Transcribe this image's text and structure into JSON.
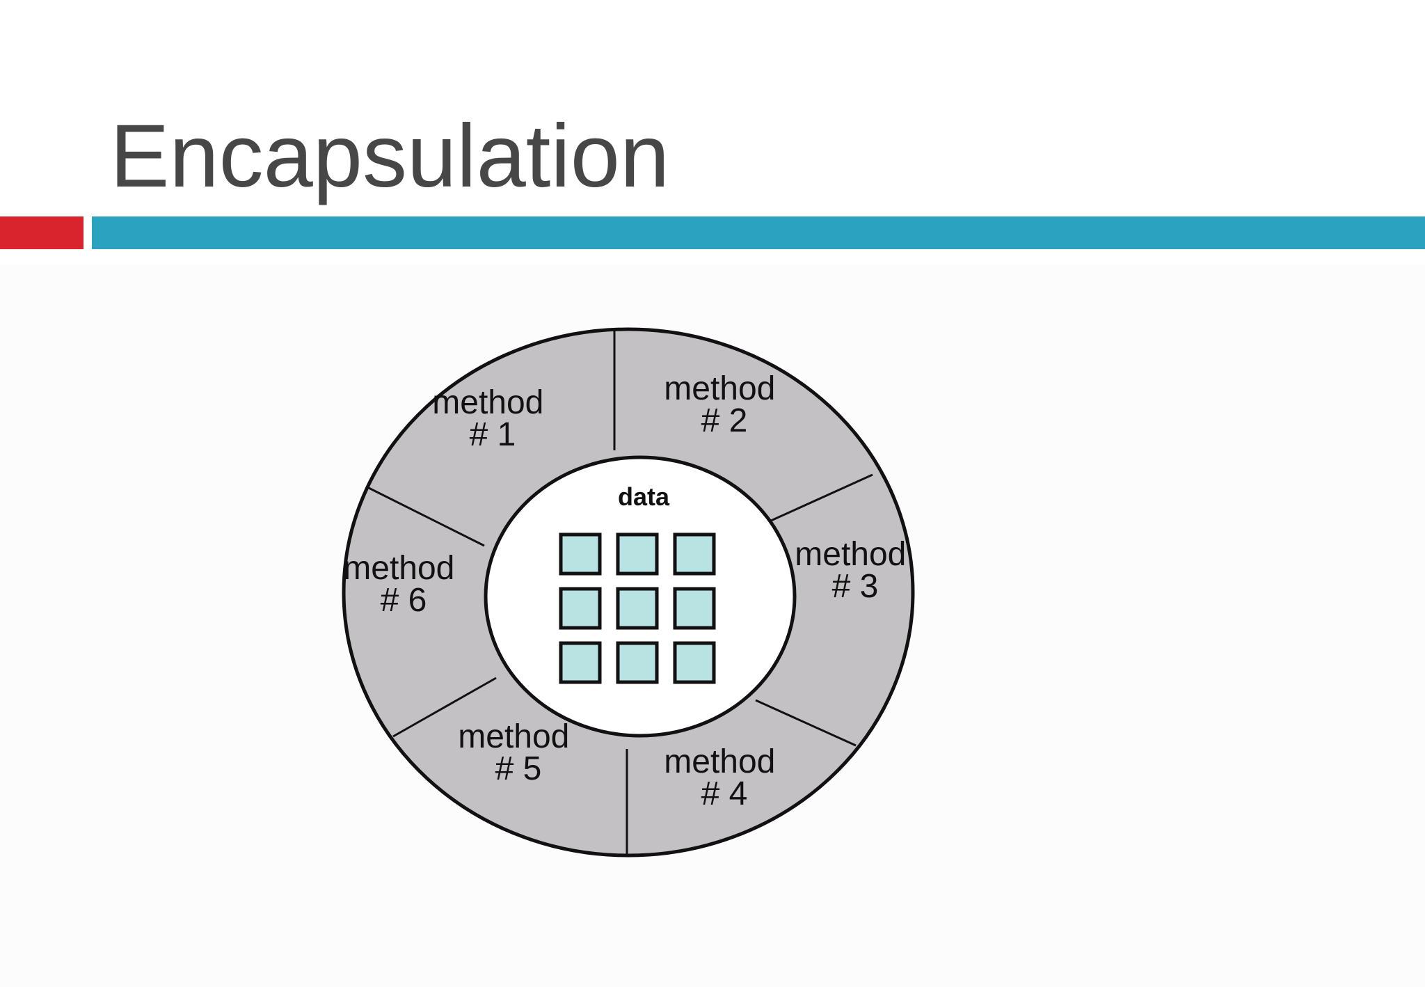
{
  "slide": {
    "title": "Encapsulation",
    "accent_colors": {
      "red": "#d9232d",
      "blue": "#2ba2c0"
    }
  },
  "diagram": {
    "center_label": "data",
    "methods": [
      {
        "line1": "method",
        "line2": "# 1"
      },
      {
        "line1": "method",
        "line2": "# 2"
      },
      {
        "line1": "method",
        "line2": "# 3"
      },
      {
        "line1": "method",
        "line2": "# 4"
      },
      {
        "line1": "method",
        "line2": "# 5"
      },
      {
        "line1": "method",
        "line2": "# 6"
      }
    ],
    "data_grid": {
      "rows": 3,
      "cols": 3
    },
    "colors": {
      "ring": "#c3c1c4",
      "cell": "#b9e2e2",
      "stroke": "#111111"
    }
  }
}
